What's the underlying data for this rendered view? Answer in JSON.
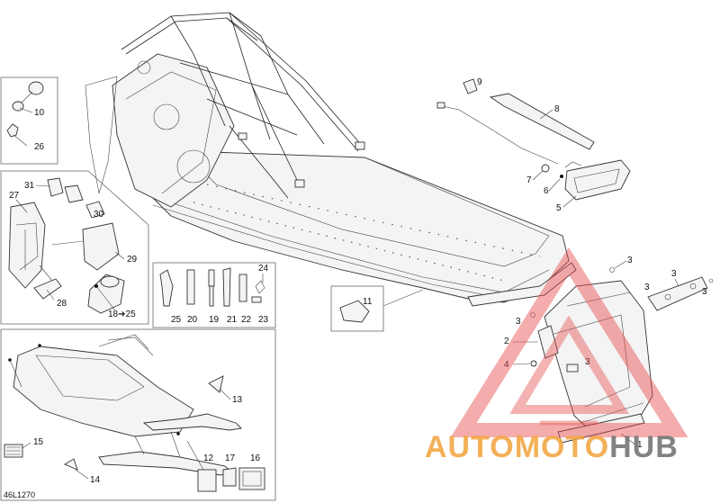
{
  "diagram": {
    "code": "46L1270",
    "callouts": [
      "1",
      "2",
      "3",
      "3",
      "3",
      "3",
      "3",
      "4",
      "5",
      "6",
      "7",
      "8",
      "9",
      "10",
      "11",
      "12",
      "13",
      "14",
      "15",
      "16",
      "17",
      "18➔25",
      "19",
      "20",
      "21",
      "22",
      "23",
      "24",
      "25",
      "26",
      "27",
      "28",
      "29",
      "30",
      "31"
    ]
  },
  "watermark": {
    "text_a": "AUTO",
    "text_b": "MOTO",
    "text_c": "HUB",
    "color_primary": "#f2a33a",
    "color_secondary": "#e84c4c",
    "color_tertiary": "#6e6e6e"
  }
}
